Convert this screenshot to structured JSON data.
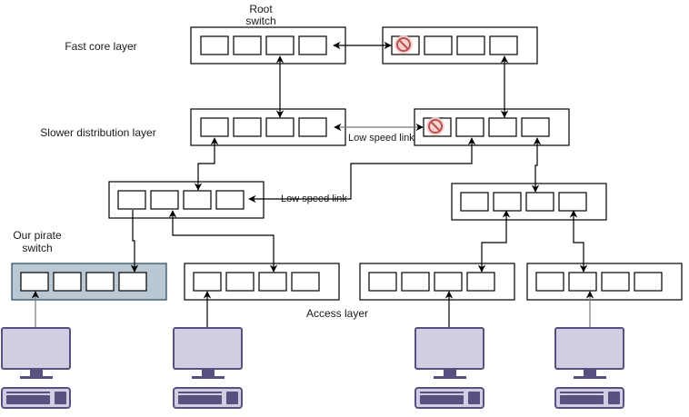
{
  "diagram": {
    "title": "Hierarchical switch network with pirate switch",
    "colors": {
      "line": "#000000",
      "gray_line": "#777777",
      "pirate_fill": "#bac8d3",
      "pirate_stroke": "#23445d",
      "pc_fill": "#d0cee2",
      "pc_stroke": "#56517e",
      "block_fill": "#f8cecc",
      "block_stroke": "#b85450"
    },
    "labels": {
      "root_switch_line1": "Root",
      "root_switch_line2": "switch",
      "fast_core_layer": "Fast core layer",
      "slower_distribution_layer": "Slower distribution layer",
      "access_layer": "Access layer",
      "pirate_switch_line1": "Our pirate",
      "pirate_switch_line2": "switch",
      "low_speed_link_1": "Low speed link",
      "low_speed_link_2": "Low speed link"
    },
    "layers": [
      {
        "name": "Fast core layer",
        "switches": [
          "root-switch",
          "core-switch-2"
        ]
      },
      {
        "name": "Slower distribution layer",
        "switches": [
          "dist-switch-left",
          "dist-switch-right",
          "dist-switch-mid-left",
          "dist-switch-mid-right"
        ]
      },
      {
        "name": "Access layer",
        "switches": [
          "pirate-switch",
          "access-switch-2",
          "access-switch-3",
          "access-switch-4"
        ]
      }
    ],
    "switches": [
      {
        "id": "root-switch",
        "ports": 4,
        "blocked_ports": []
      },
      {
        "id": "core-switch-2",
        "ports": 4,
        "blocked_ports": [
          1
        ]
      },
      {
        "id": "dist-switch-left",
        "ports": 4,
        "blocked_ports": []
      },
      {
        "id": "dist-switch-right",
        "ports": 4,
        "blocked_ports": [
          1
        ]
      },
      {
        "id": "dist-switch-mid-left",
        "ports": 4,
        "blocked_ports": []
      },
      {
        "id": "dist-switch-mid-right",
        "ports": 4,
        "blocked_ports": []
      },
      {
        "id": "pirate-switch",
        "ports": 4,
        "blocked_ports": [],
        "highlighted": true
      },
      {
        "id": "access-switch-2",
        "ports": 4,
        "blocked_ports": []
      },
      {
        "id": "access-switch-3",
        "ports": 4,
        "blocked_ports": []
      },
      {
        "id": "access-switch-4",
        "ports": 4,
        "blocked_ports": []
      }
    ],
    "computers": [
      "pc-1",
      "pc-2",
      "pc-3",
      "pc-4"
    ],
    "blocked_icon": "blocked-port-icon"
  }
}
